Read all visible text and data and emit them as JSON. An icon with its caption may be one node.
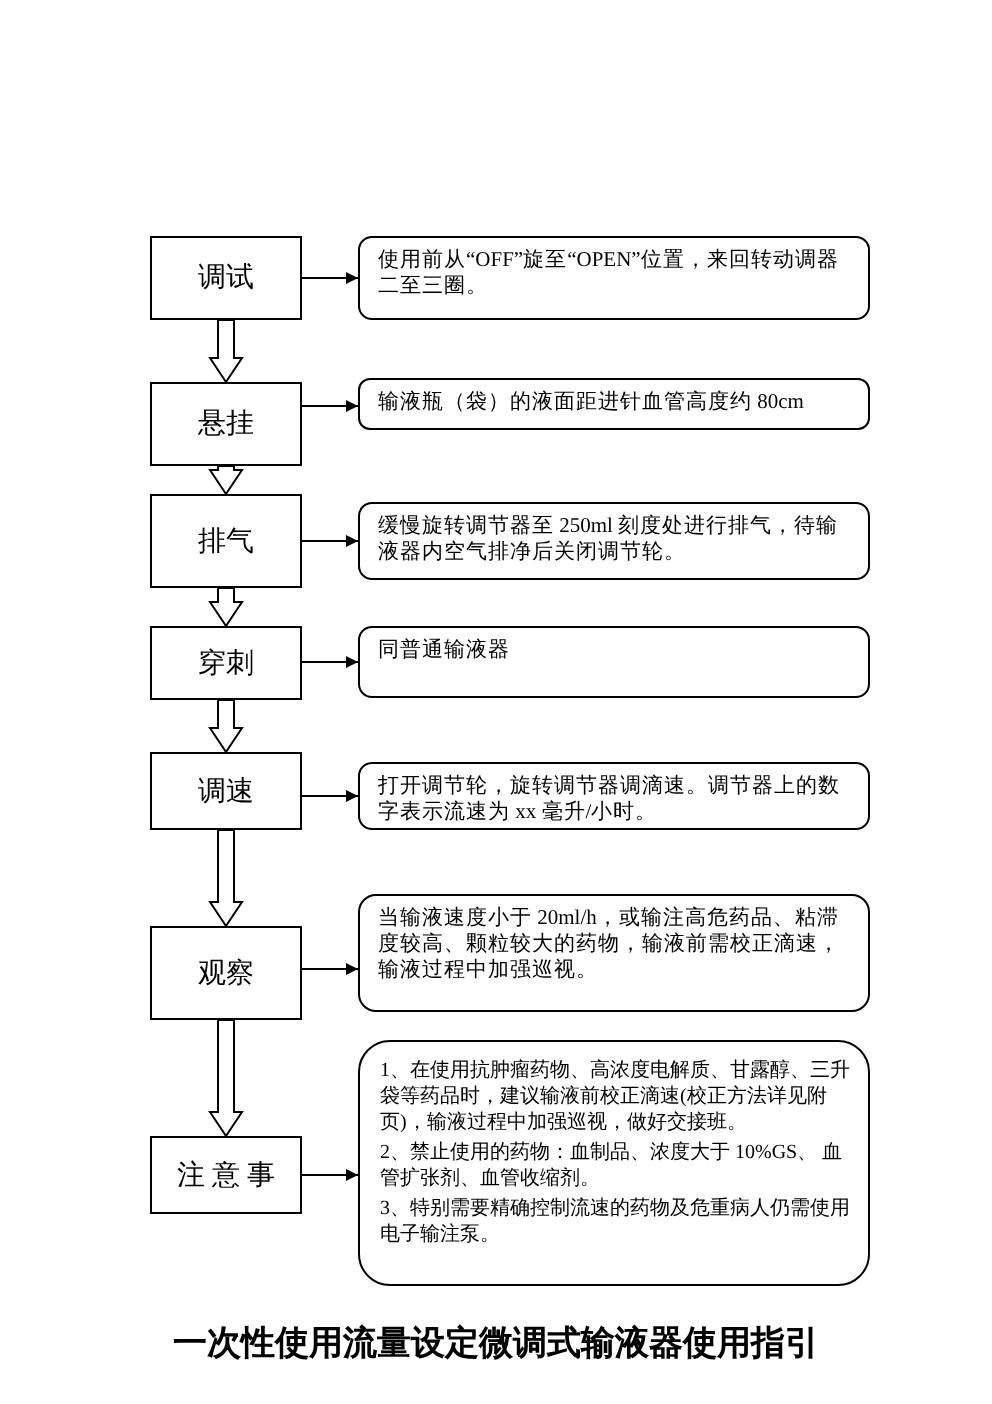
{
  "diagram": {
    "title": "一次性使用流量设定微调式输液器使用指引",
    "nodes": [
      {
        "text": [
          "调试"
        ]
      },
      {
        "text": [
          "使用前从“OFF”旋至“OPEN”位置，来回转动调器二至三圈。"
        ]
      },
      {
        "text": [
          "悬挂"
        ]
      },
      {
        "text": [
          "输液瓶（袋）的液面距进针血管高度约 80cm"
        ]
      },
      {
        "text": [
          "排气"
        ]
      },
      {
        "text": [
          "缓慢旋转调节器至 250ml 刻度处进行排气，待输液器内空气排净后关闭调节轮。"
        ]
      },
      {
        "text": [
          "穿刺"
        ]
      },
      {
        "text": [
          "同普通输液器"
        ]
      },
      {
        "text": [
          "调速"
        ]
      },
      {
        "text": [
          "打开调节轮，旋转调节器调滴速。调节器上的数字表示流速为 xx 毫升/小时。"
        ]
      },
      {
        "text": [
          "观察"
        ]
      },
      {
        "text": [
          "当输液速度小于 20ml/h，或输注高危药品、粘滞度较高、颗粒较大的药物，输液前需校正滴速，输液过程中加强巡视。"
        ]
      },
      {
        "text": [
          "注 意 事"
        ]
      },
      {
        "text": [
          "1、在使用抗肿瘤药物、高浓度电解质、甘露醇、三升袋等药品时，建议输液前校正滴速(校正方法详见附页)，输液过程中加强巡视，做好交接班。",
          "2、禁止使用的药物：血制品、浓度大于 10%GS、 血管扩张剂、血管收缩剂。",
          "3、特别需要精确控制流速的药物及危重病人仍需使用电子输注泵。"
        ]
      }
    ],
    "edges": [
      {
        "from": 0,
        "to": 1,
        "arrow": "to"
      },
      {
        "from": 0,
        "to": 2,
        "arrow": "to",
        "style": "thick"
      },
      {
        "from": 2,
        "to": 3,
        "arrow": "to"
      },
      {
        "from": 2,
        "to": 4,
        "arrow": "to",
        "style": "thick"
      },
      {
        "from": 4,
        "to": 5,
        "arrow": "to"
      },
      {
        "from": 4,
        "to": 6,
        "arrow": "to",
        "style": "thick"
      },
      {
        "from": 6,
        "to": 7,
        "arrow": "to"
      },
      {
        "from": 6,
        "to": 8,
        "arrow": "to",
        "style": "thick"
      },
      {
        "from": 8,
        "to": 9,
        "arrow": "to"
      },
      {
        "from": 8,
        "to": 10,
        "arrow": "to",
        "style": "thick"
      },
      {
        "from": 10,
        "to": 11,
        "arrow": "to"
      },
      {
        "from": 10,
        "to": 12,
        "arrow": "to",
        "style": "thick"
      },
      {
        "from": 12,
        "to": 13,
        "arrow": "to"
      }
    ]
  }
}
